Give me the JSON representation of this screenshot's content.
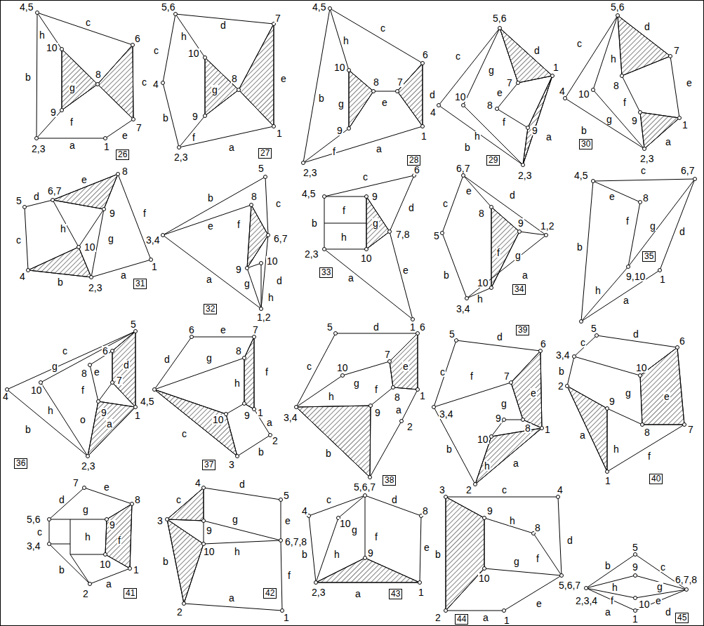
{
  "diagram": {
    "nodes": [
      {
        "text": [
          "26"
        ]
      },
      {
        "text": [
          "27"
        ]
      },
      {
        "text": [
          "28"
        ]
      },
      {
        "text": [
          "29"
        ]
      },
      {
        "text": [
          "30"
        ]
      },
      {
        "text": [
          "31"
        ]
      },
      {
        "text": [
          "32"
        ]
      },
      {
        "text": [
          "33"
        ]
      },
      {
        "text": [
          "34"
        ]
      },
      {
        "text": [
          "35"
        ]
      },
      {
        "text": [
          "36"
        ]
      },
      {
        "text": [
          "37"
        ]
      },
      {
        "text": [
          "38"
        ]
      },
      {
        "text": [
          "39"
        ]
      },
      {
        "text": [
          "40"
        ]
      },
      {
        "text": [
          "41"
        ]
      },
      {
        "text": [
          "42"
        ]
      },
      {
        "text": [
          "43"
        ]
      },
      {
        "text": [
          "44"
        ]
      },
      {
        "text": [
          "45"
        ]
      }
    ],
    "labels": [
      "4,5",
      "c",
      "6",
      "h",
      "b",
      "10",
      "g",
      "8",
      "c",
      "9",
      "f",
      "7",
      "e",
      "2,3",
      "a",
      "1",
      "5,6",
      "c",
      "d",
      "h",
      "7",
      "10",
      "g",
      "8",
      "4",
      "e",
      "b",
      "9",
      "f",
      "a",
      "2,3",
      "1",
      "4,5",
      "c",
      "h",
      "6",
      "10",
      "8",
      "7",
      "b",
      "g",
      "e",
      "d",
      "9",
      "f",
      "a",
      "2,3",
      "1",
      "5,6",
      "c",
      "g",
      "d",
      "7",
      "e",
      "1",
      "4",
      "10",
      "8",
      "f",
      "9",
      "h",
      "b",
      "a",
      "2,3",
      "5,6",
      "c",
      "h",
      "d",
      "4",
      "10",
      "7",
      "8",
      "f",
      "e",
      "g",
      "9",
      "1",
      "b",
      "a",
      "2,3",
      "5",
      "d",
      "6,7",
      "e",
      "8",
      "9",
      "f",
      "h",
      "c",
      "g",
      "10",
      "4",
      "b",
      "a",
      "2,3",
      "1",
      "5",
      "b",
      "c",
      "8",
      "e",
      "f",
      "3,4",
      "6,7",
      "10",
      "9",
      "g",
      "d",
      "a",
      "h",
      "1,2",
      "c",
      "6",
      "4,5",
      "9",
      "f",
      "d",
      "b",
      "g",
      "7,8",
      "h",
      "2,3",
      "10",
      "e",
      "a",
      "1",
      "6,7",
      "c",
      "e",
      "d",
      "8",
      "1,2",
      "9",
      "5",
      "f",
      "g",
      "b",
      "10",
      "h",
      "a",
      "3,4",
      "4,5",
      "c",
      "6,7",
      "e",
      "8",
      "f",
      "g",
      "d",
      "b",
      "9,10",
      "h",
      "1",
      "a",
      "5",
      "c",
      "6",
      "d",
      "g",
      "e",
      "4",
      "10",
      "7",
      "8",
      "f",
      "9",
      "1",
      "h",
      "b",
      "o",
      "a",
      "2,3",
      "6",
      "e",
      "7",
      "d",
      "g",
      "8",
      "f",
      "h",
      "9",
      "10",
      "4,5",
      "1",
      "c",
      "a",
      "2",
      "b",
      "3",
      "5",
      "d",
      "6",
      "c",
      "10",
      "g",
      "7",
      "e",
      "h",
      "f",
      "8",
      "9",
      "1",
      "3,4",
      "a",
      "2",
      "b",
      "5",
      "d",
      "6",
      "c",
      "f",
      "7",
      "3,4",
      "g",
      "e",
      "9",
      "8",
      "1",
      "10",
      "b",
      "h",
      "a",
      "2",
      "5",
      "d",
      "6",
      "c",
      "3,4",
      "b",
      "2",
      "10",
      "g",
      "e",
      "9",
      "8",
      "a",
      "h",
      "7",
      "f",
      "1",
      "7",
      "e",
      "d",
      "g",
      "8",
      "5,6",
      "9",
      "c",
      "h",
      "3,4",
      "f",
      "10",
      "b",
      "2",
      "a",
      "1",
      "4",
      "d",
      "5",
      "c",
      "9",
      "3",
      "e",
      "g",
      "10",
      "h",
      "6,7,8",
      "b",
      "f",
      "2",
      "a",
      "1",
      "5,6,7",
      "c",
      "d",
      "4",
      "g",
      "8",
      "10",
      "f",
      "h",
      "e",
      "b",
      "9",
      "2,3",
      "a",
      "1",
      "3",
      "c",
      "4",
      "9",
      "h",
      "8",
      "b",
      "d",
      "f",
      "g",
      "10",
      "5,6,7",
      "e",
      "2",
      "a",
      "1",
      "5",
      "b",
      "c",
      "9",
      "h",
      "g",
      "f",
      "e",
      "10",
      "2,3,4",
      "a",
      "d",
      "6,7,8",
      "1"
    ]
  }
}
